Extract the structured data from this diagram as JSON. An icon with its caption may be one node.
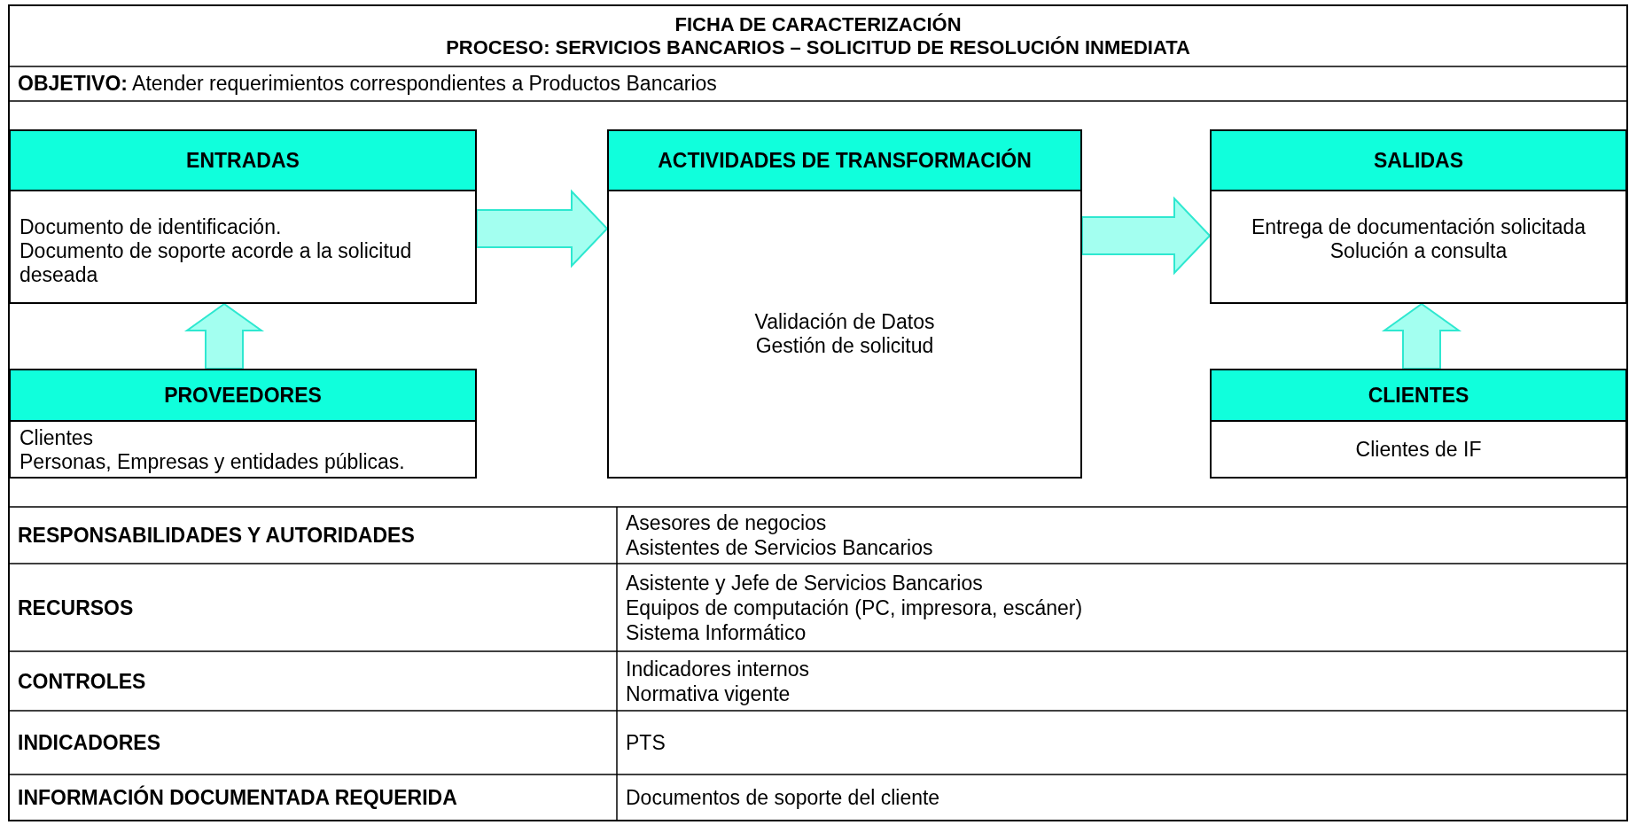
{
  "diagram": {
    "title": "FICHA DE CARACTERIZACIÓN",
    "nodes": [
      {
        "text": [
          "ENTRADAS",
          "Documento de identificación.",
          "Documento de soporte acorde a la solicitud deseada"
        ]
      },
      {
        "text": [
          "ACTIVIDADES DE TRANSFORMACIÓN",
          "Validación de Datos",
          "Gestión de solicitud"
        ]
      },
      {
        "text": [
          "SALIDAS",
          "Entrega de documentación solicitada",
          "Solución a consulta"
        ]
      },
      {
        "text": [
          "PROVEEDORES",
          "Clientes",
          "Personas, Empresas y entidades públicas."
        ]
      },
      {
        "text": [
          "CLIENTES",
          "Clientes de IF"
        ]
      }
    ],
    "edges": [
      {
        "from": 0,
        "to": 1,
        "arrow": "to"
      },
      {
        "from": 1,
        "to": 2,
        "arrow": "to"
      },
      {
        "from": 3,
        "to": 0,
        "arrow": "to"
      },
      {
        "from": 4,
        "to": 2,
        "arrow": "to"
      }
    ],
    "labels": [
      "PROCESO: SERVICIOS BANCARIOS – SOLICITUD DE RESOLUCIÓN INMEDIATA",
      "**OBJETIVO:** Atender requerimientos correspondientes a Productos Bancarios",
      "RESPONSABILIDADES Y AUTORIDADES",
      "Asesores de negocios",
      "Asistentes de Servicios Bancarios",
      "RECURSOS",
      "Asistente y Jefe de Servicios Bancarios",
      "Equipos de computación (PC, impresora, escáner)",
      "Sistema Informático",
      "CONTROLES",
      "Indicadores internos",
      "Normativa vigente",
      "INDICADORES",
      "PTS",
      "INFORMACIÓN DOCUMENTADA REQUERIDA",
      "Documentos de soporte del cliente"
    ]
  }
}
